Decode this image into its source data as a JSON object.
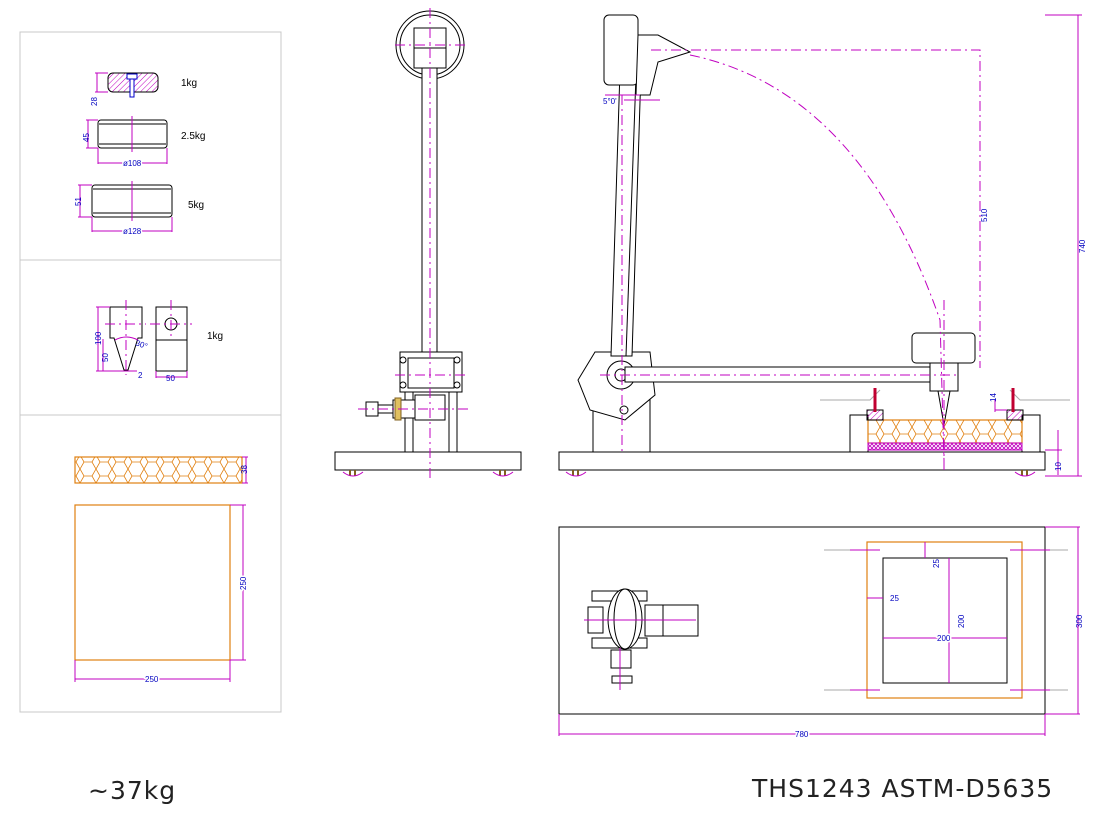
{
  "accessories": {
    "weight_1kg": {
      "label": "1kg",
      "height_dim": "28"
    },
    "weight_2_5kg": {
      "label": "2.5kg",
      "height_dim": "45",
      "diameter_dim": "ø108"
    },
    "weight_5kg": {
      "label": "5kg",
      "height_dim": "51",
      "diameter_dim": "ø128"
    },
    "striker": {
      "label": "1kg",
      "height_dim": "100",
      "notch_dim": "50",
      "angle_dim": "30°",
      "tip_dim": "2",
      "width_dim": "50"
    },
    "specimen": {
      "thickness_dim": "38",
      "side_dim": "250",
      "width_dim": "250"
    }
  },
  "side_view": {
    "angle_dim": "5°0'",
    "drop_height_dim": "510",
    "total_height_dim": "740",
    "clamp_dim": "14",
    "base_dim": "10"
  },
  "top_view": {
    "margin_top_dim": "25",
    "margin_left_dim": "25",
    "window_h_dim": "200",
    "window_w_dim": "200",
    "depth_dim": "300",
    "length_dim": "780"
  },
  "footer": {
    "weight": "~37kg",
    "model": "THS1243  ASTM-D5635"
  },
  "colors": {
    "dimension": "#c000c0",
    "dim_text": "#0000c0",
    "specimen": "#e08010"
  }
}
